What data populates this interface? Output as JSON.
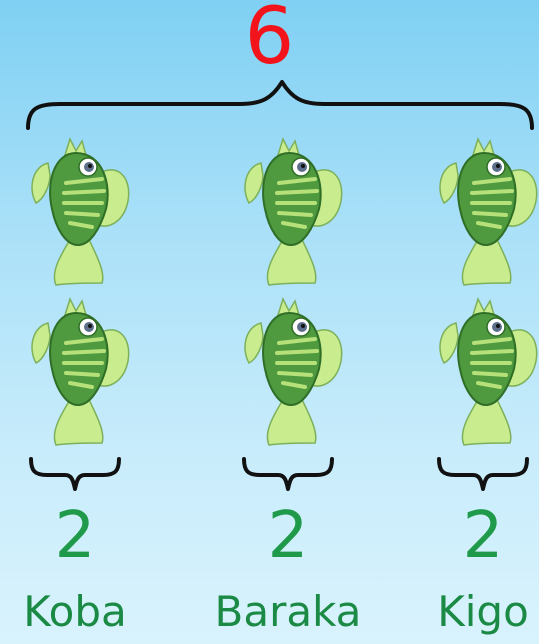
{
  "total": "6",
  "groups": [
    {
      "name": "Koba",
      "count": "2"
    },
    {
      "name": "Baraka",
      "count": "2"
    },
    {
      "name": "Kigo",
      "count": "2"
    }
  ],
  "icons": {
    "fish": "fish-icon"
  },
  "colors": {
    "total": "#f2141a",
    "count": "#1f9a4a",
    "name": "#1a8a45",
    "fish_body": "#4f9a3e",
    "fish_fin": "#c9ec8f",
    "sky_top": "#7fd0f3",
    "sky_bottom": "#d9f3fd"
  }
}
